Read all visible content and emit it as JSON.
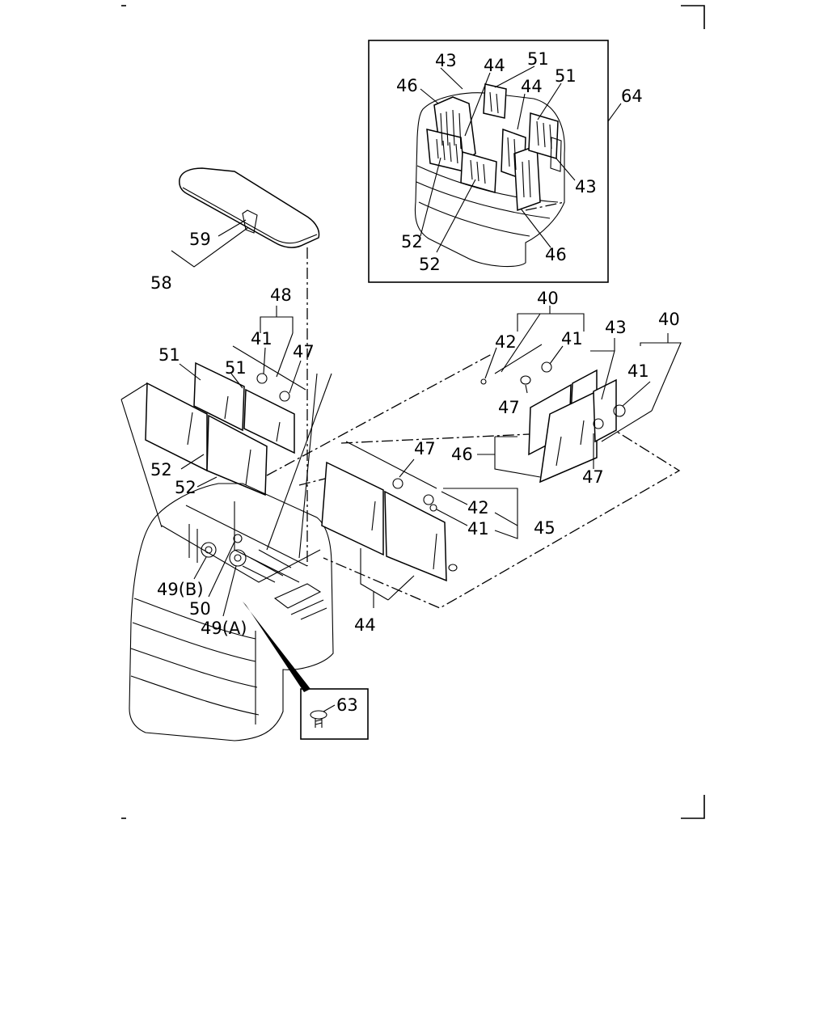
{
  "diagram": {
    "callouts": {
      "c40a": "40",
      "c40b": "40",
      "c41a": "41",
      "c41b": "41",
      "c41c": "41",
      "c41d": "41",
      "c42a": "42",
      "c42b": "42",
      "c43a": "43",
      "c43b": "43",
      "c43c": "43",
      "c44a": "44",
      "c44b": "44",
      "c44c": "44",
      "c45": "45",
      "c46a": "46",
      "c46b": "46",
      "c46c": "46",
      "c47a": "47",
      "c47b": "47",
      "c47c": "47",
      "c47d": "47",
      "c48": "48",
      "c49b": "49(B)",
      "c49a": "49(A)",
      "c50": "50",
      "c51a": "51",
      "c51b": "51",
      "c51c": "51",
      "c51d": "51",
      "c52a": "52",
      "c52b": "52",
      "c52c": "52",
      "c52d": "52",
      "c58": "58",
      "c59": "59",
      "c63": "63",
      "c64": "64"
    }
  }
}
